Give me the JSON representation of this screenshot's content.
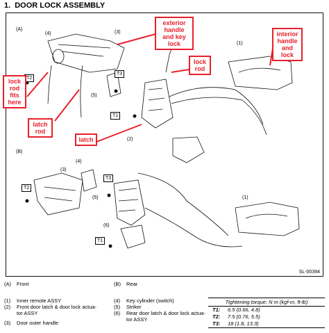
{
  "title": {
    "num": "1.",
    "text": "DOOR LOCK ASSEMBLY"
  },
  "callouts": {
    "exterior": "exterior handle and key lock",
    "interior": "interior handle and lock",
    "lockrod": "lock rod",
    "lockrodfits": "lock rod fits here",
    "latchrod": "latch rod",
    "latch": "latch"
  },
  "markers": {
    "A": "(A)",
    "B": "(B)",
    "m1a": "(1)",
    "m1b": "(1)",
    "m2a": "(2)",
    "m3a": "(3)",
    "m3b": "(3)",
    "m4a": "(4)",
    "m4b": "(4)",
    "m5a": "(5)",
    "m5b": "(5)",
    "m6": "(6)",
    "t1a": "T1",
    "t1b": "T1",
    "t2a": "T2",
    "t2b": "T2",
    "t3a": "T3",
    "t3b": "T3"
  },
  "figure_id": "SL-00394",
  "legend": [
    {
      "k": "(A)",
      "v": "Front"
    },
    {
      "k": "(B)",
      "v": "Rear"
    },
    {
      "k": "(1)",
      "v": "Inner remote ASSY"
    },
    {
      "k": "(2)",
      "v": "Front door latch & door lock actua-"
    },
    {
      "k": "",
      "v": "tor ASSY"
    },
    {
      "k": "(3)",
      "v": "Door outer handle"
    },
    {
      "k": "(4)",
      "v": "Key cylinder (switch)"
    },
    {
      "k": "(5)",
      "v": "Striker"
    },
    {
      "k": "(6)",
      "v": "Rear door latch & door lock actua-"
    },
    {
      "k": "",
      "v": "tor ASSY"
    }
  ],
  "torque": {
    "header": "Tightening torque: N m (kgf-m, ft-lb)",
    "rows": [
      {
        "k": "T1:",
        "v": "6.5 (0.66, 4.8)"
      },
      {
        "k": "T2:",
        "v": "7.5 (0.76, 5.5)"
      },
      {
        "k": "T3:",
        "v": "18 (1.8, 13.3)"
      }
    ]
  },
  "colors": {
    "callout": "#e8202a",
    "line": "#111111"
  }
}
